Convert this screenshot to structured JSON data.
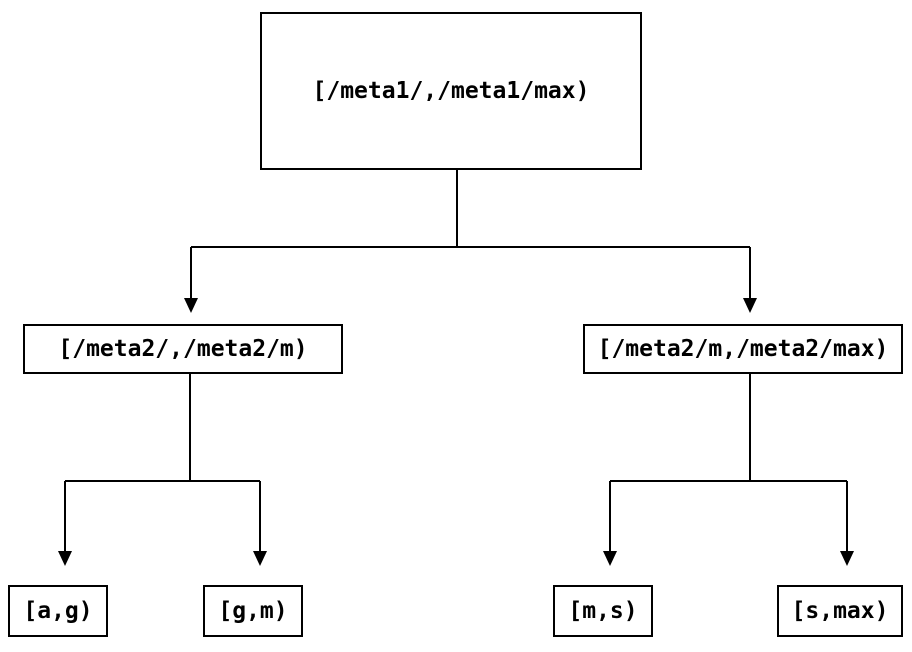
{
  "diagram": {
    "type": "tree",
    "background_color": "#ffffff",
    "line_color": "#000000",
    "box_border_color": "#000000",
    "text_color": "#000000",
    "nodes": [
      {
        "id": "root",
        "label": "[/meta1/,/meta1/max)"
      },
      {
        "id": "meta2-low",
        "label": "[/meta2/,/meta2/m)"
      },
      {
        "id": "meta2-high",
        "label": "[/meta2/m,/meta2/max)"
      },
      {
        "id": "leaf-a-g",
        "label": "[a,g)"
      },
      {
        "id": "leaf-g-m",
        "label": "[g,m)"
      },
      {
        "id": "leaf-m-s",
        "label": "[m,s)"
      },
      {
        "id": "leaf-s-max",
        "label": "[s,max)"
      }
    ],
    "edges": [
      {
        "from": "root",
        "to": "meta2-low"
      },
      {
        "from": "root",
        "to": "meta2-high"
      },
      {
        "from": "meta2-low",
        "to": "leaf-a-g"
      },
      {
        "from": "meta2-low",
        "to": "leaf-g-m"
      },
      {
        "from": "meta2-high",
        "to": "leaf-m-s"
      },
      {
        "from": "meta2-high",
        "to": "leaf-s-max"
      }
    ]
  }
}
